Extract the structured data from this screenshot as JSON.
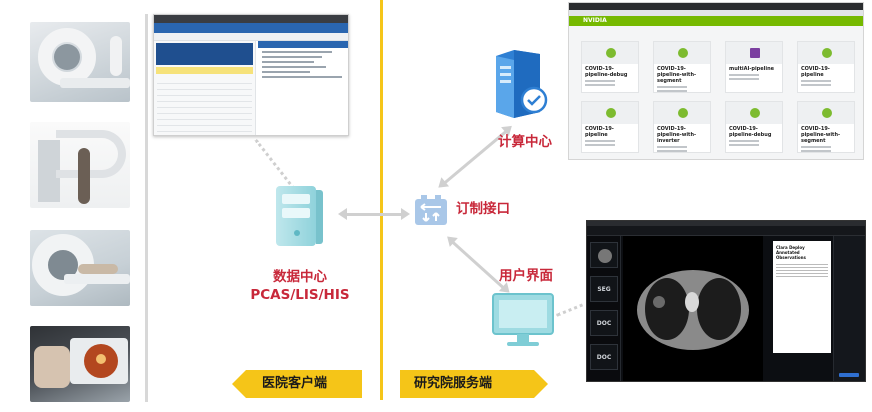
{
  "labels": {
    "data_center_line1": "数据中心",
    "data_center_line2": "PCAS/LIS/HIS",
    "compute_center": "计算中心",
    "custom_interface": "订制接口",
    "user_interface": "用户界面",
    "hospital_client": "医院客户端",
    "institute_server": "研究院服务端"
  },
  "dashboard": {
    "brand": "NVIDIA",
    "cards": [
      {
        "title": "COVID-19-pipeline-debug",
        "icon": "pipeline-icon"
      },
      {
        "title": "COVID-19-pipeline-with-segment",
        "icon": "pipeline-icon"
      },
      {
        "title": "multiAI-pipeline",
        "icon": "multi-ai-icon"
      },
      {
        "title": "COVID-19-pipeline",
        "icon": "pipeline-icon"
      },
      {
        "title": "COVID-19-pipeline",
        "icon": "pipeline-icon"
      },
      {
        "title": "COVID-19-pipeline-with-inverter",
        "icon": "pipeline-icon"
      },
      {
        "title": "COVID-19-pipeline-debug",
        "icon": "pipeline-icon"
      },
      {
        "title": "COVID-19-pipeline-with-segment",
        "icon": "pipeline-icon"
      }
    ]
  },
  "viewer": {
    "series": [
      "SEG",
      "DOC",
      "DOC"
    ],
    "report_title": "Clara Deploy Annotated Observations"
  },
  "colors": {
    "accent_red": "#c8283a",
    "accent_yellow": "#f5c518",
    "nvidia_green": "#76b900",
    "icon_blue": "#3b8fd9",
    "icon_teal": "#8fd2db"
  }
}
